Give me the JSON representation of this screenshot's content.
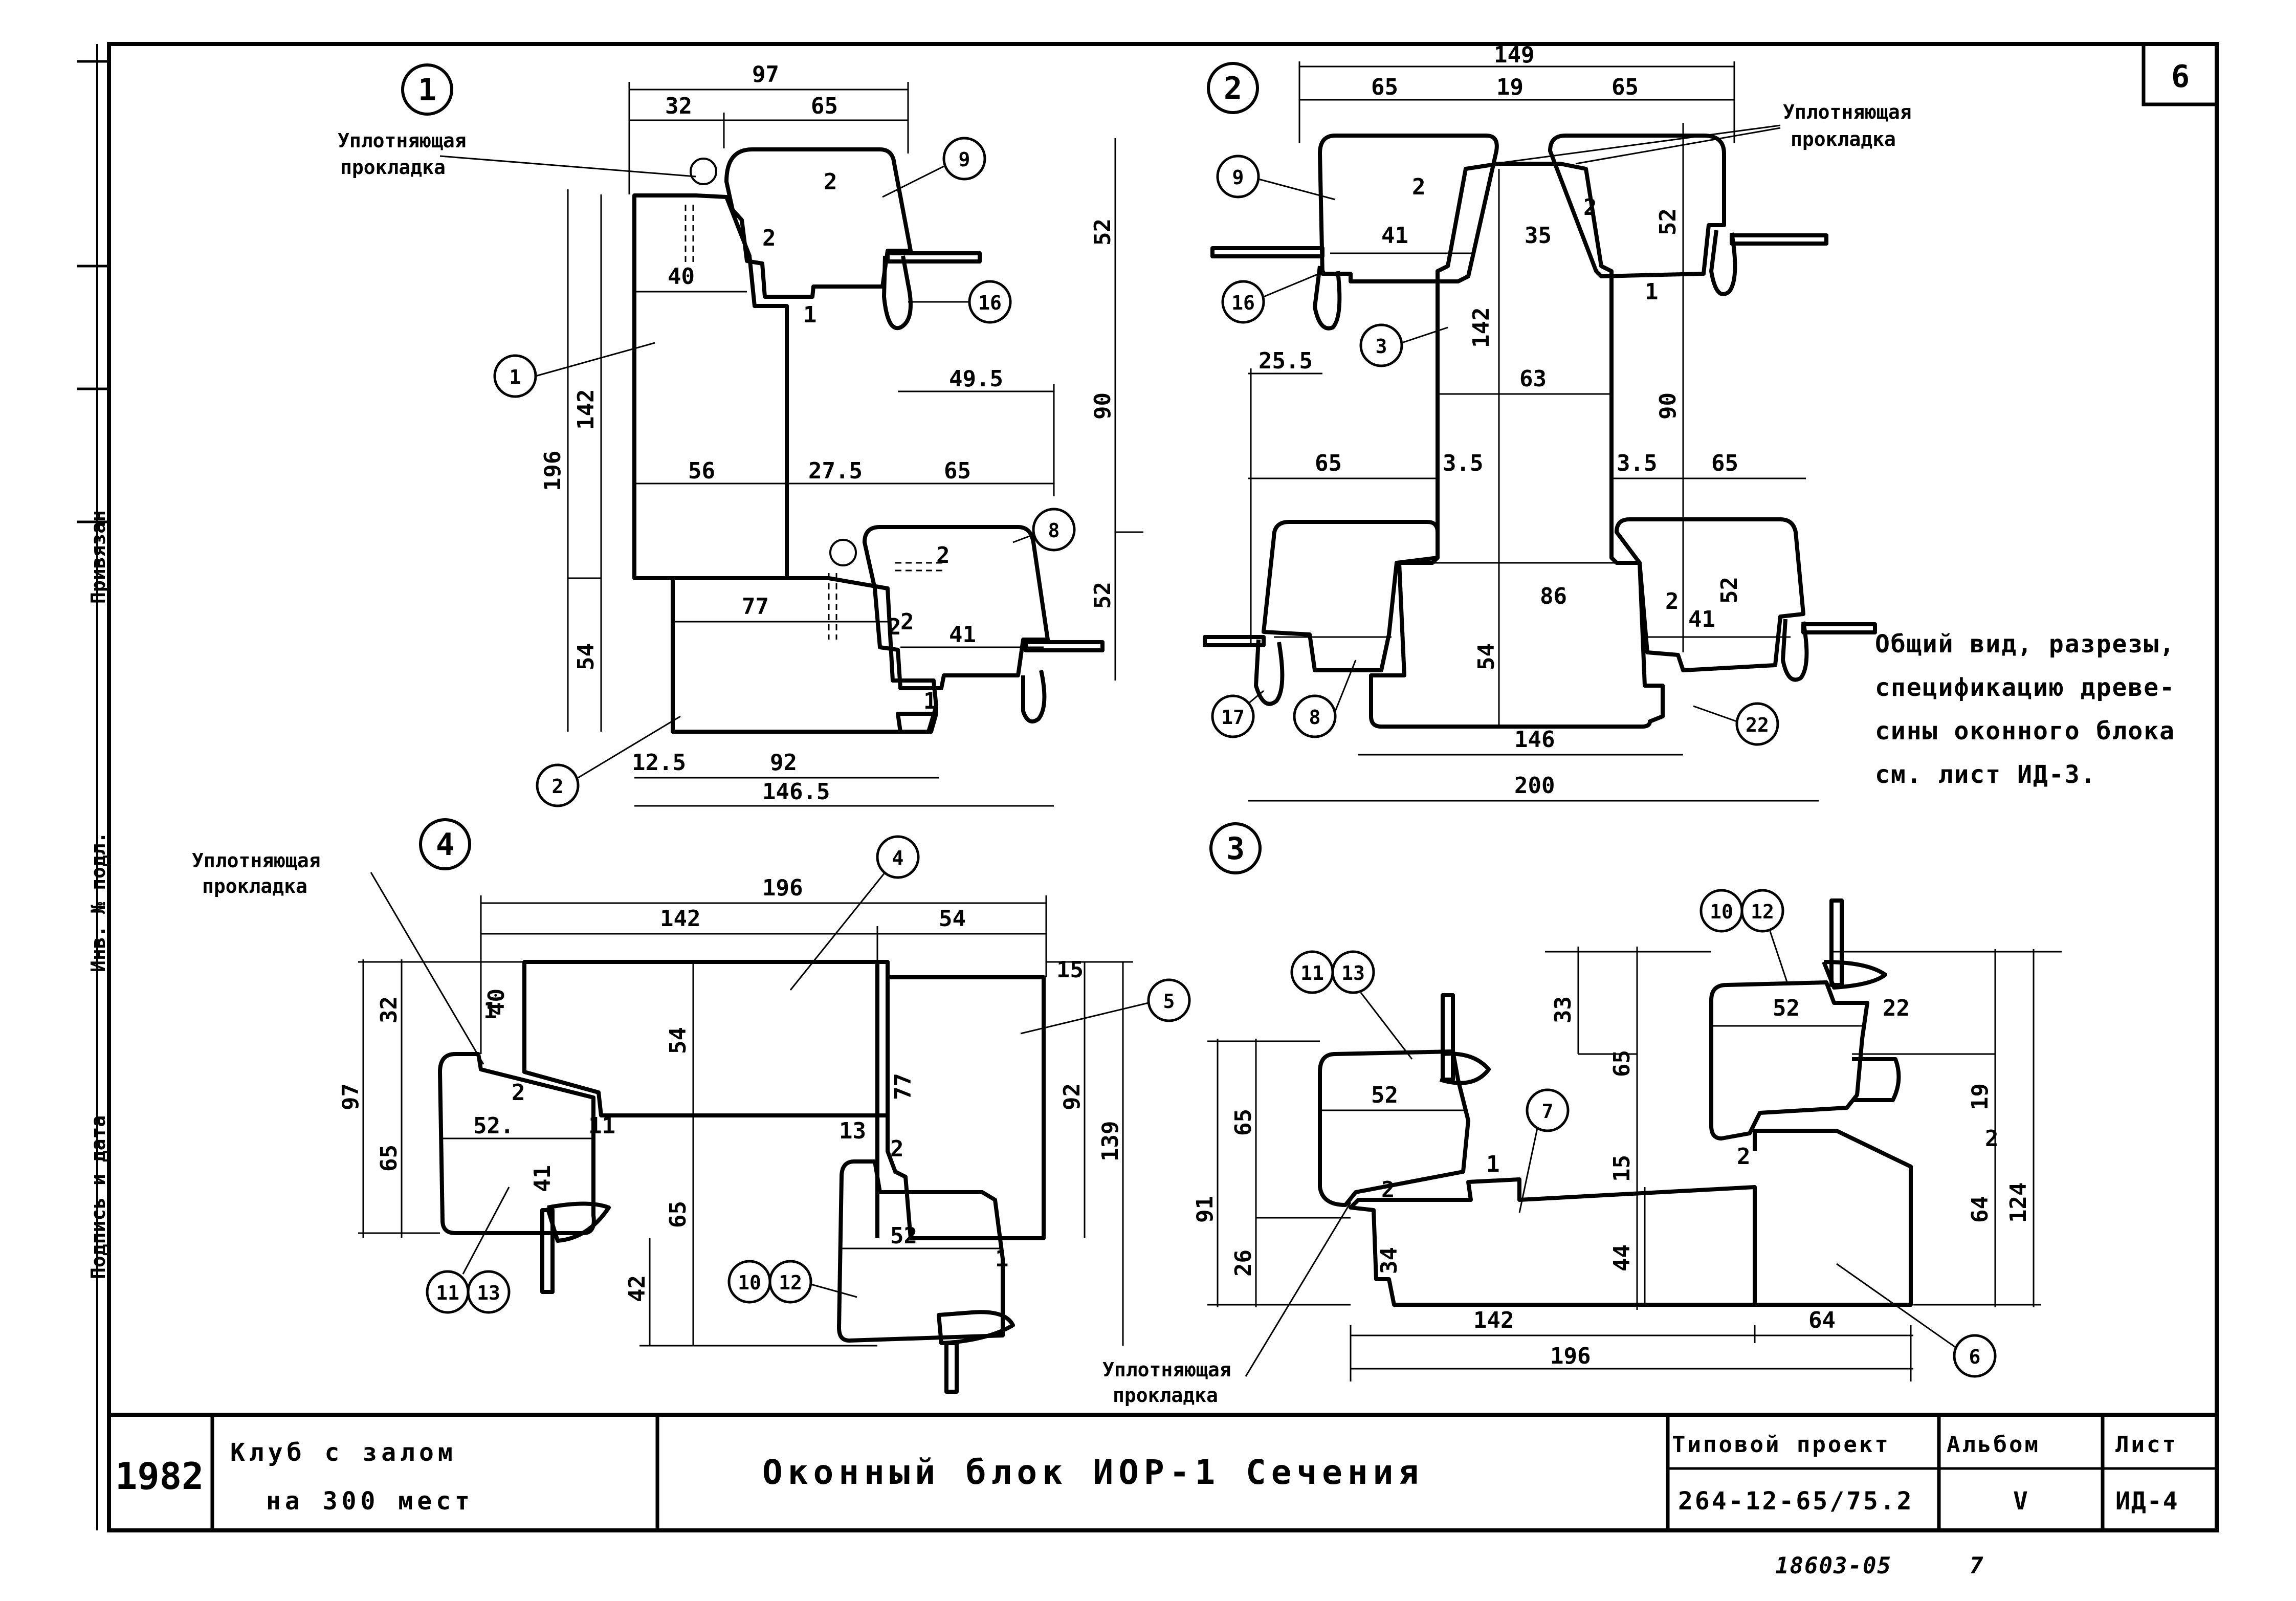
{
  "sheet_number": "6",
  "sections": {
    "s1": {
      "marker": "1",
      "gasket_label_line1": "Уплотняющая",
      "gasket_label_line2": "прокладка",
      "dims": [
        "97",
        "32",
        "65",
        "196",
        "142",
        "40",
        "56",
        "27.5",
        "65",
        "49.5",
        "90",
        "52",
        "52",
        "77",
        "41",
        "54",
        "92",
        "12.5",
        "146.5",
        "2",
        "2",
        "1",
        "1",
        "2",
        "2",
        "2"
      ],
      "parts": [
        "1",
        "2",
        "8",
        "9",
        "16"
      ]
    },
    "s2": {
      "marker": "2",
      "gasket_label_line1": "Уплотняющая",
      "gasket_label_line2": "прокладка",
      "dims": [
        "149",
        "65",
        "19",
        "65",
        "41",
        "35",
        "52",
        "142",
        "63",
        "25.5",
        "65",
        "3.5",
        "3.5",
        "65",
        "90",
        "86",
        "52",
        "41",
        "54",
        "146",
        "200",
        "2",
        "2",
        "2",
        "1"
      ],
      "parts": [
        "9",
        "16",
        "3",
        "8",
        "17",
        "22"
      ]
    },
    "s3": {
      "marker": "3",
      "gasket_label_line1": "Уплотняющая",
      "gasket_label_line2": "прокладка",
      "dims": [
        "52",
        "22",
        "33",
        "65",
        "15",
        "44",
        "64",
        "124",
        "19",
        "2",
        "2",
        "52",
        "91",
        "65",
        "26",
        "34",
        "2",
        "1",
        "142",
        "64",
        "196"
      ],
      "parts": [
        "10",
        "12",
        "11",
        "13",
        "7",
        "6"
      ]
    },
    "s4": {
      "marker": "4",
      "gasket_label_line1": "Уплотняющая",
      "gasket_label_line2": "прокладка",
      "dims": [
        "196",
        "142",
        "54",
        "32",
        "40",
        "54",
        "97",
        "65",
        "52.",
        "41",
        "11",
        "13",
        "2",
        "77",
        "92",
        "139",
        "52",
        "65",
        "42",
        "1",
        "15",
        "1",
        "2"
      ],
      "parts": [
        "4",
        "5",
        "11",
        "13",
        "10",
        "12"
      ]
    }
  },
  "note": {
    "lines": [
      "Общий вид, разрезы,",
      "спецификацию древе-",
      "сины оконного блока",
      "см. лист ИД-3."
    ]
  },
  "left_margin": {
    "text_a": "Привязан",
    "text_b": "Инв. № подл.",
    "text_c": "Подпись и дата"
  },
  "title_block": {
    "year": "1982",
    "object_line1": "Клуб с залом",
    "object_line2": "на 300 мест",
    "drawing_title": "Оконный блок ИОР-1 Сечения",
    "project_label": "Типовой проект",
    "project_number": "264-12-65/75.2",
    "album_label": "Альбом",
    "album_value": "V",
    "sheet_label": "Лист",
    "sheet_value": "ИД-4"
  },
  "footer": {
    "inventory": "18603-05",
    "page": "7"
  }
}
